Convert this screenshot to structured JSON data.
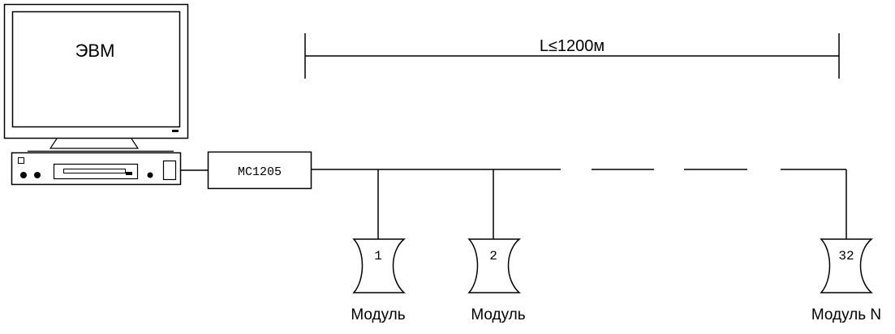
{
  "computer": {
    "screen_label": "ЭВМ"
  },
  "converter": {
    "label": "MC1205"
  },
  "length": {
    "label": "L≤1200м"
  },
  "modules": [
    {
      "number": "1",
      "caption": "Модуль"
    },
    {
      "number": "2",
      "caption": "Модуль"
    },
    {
      "number": "32",
      "caption": "Модуль N"
    }
  ],
  "colors": {
    "line": "#000000",
    "background": "#ffffff"
  }
}
